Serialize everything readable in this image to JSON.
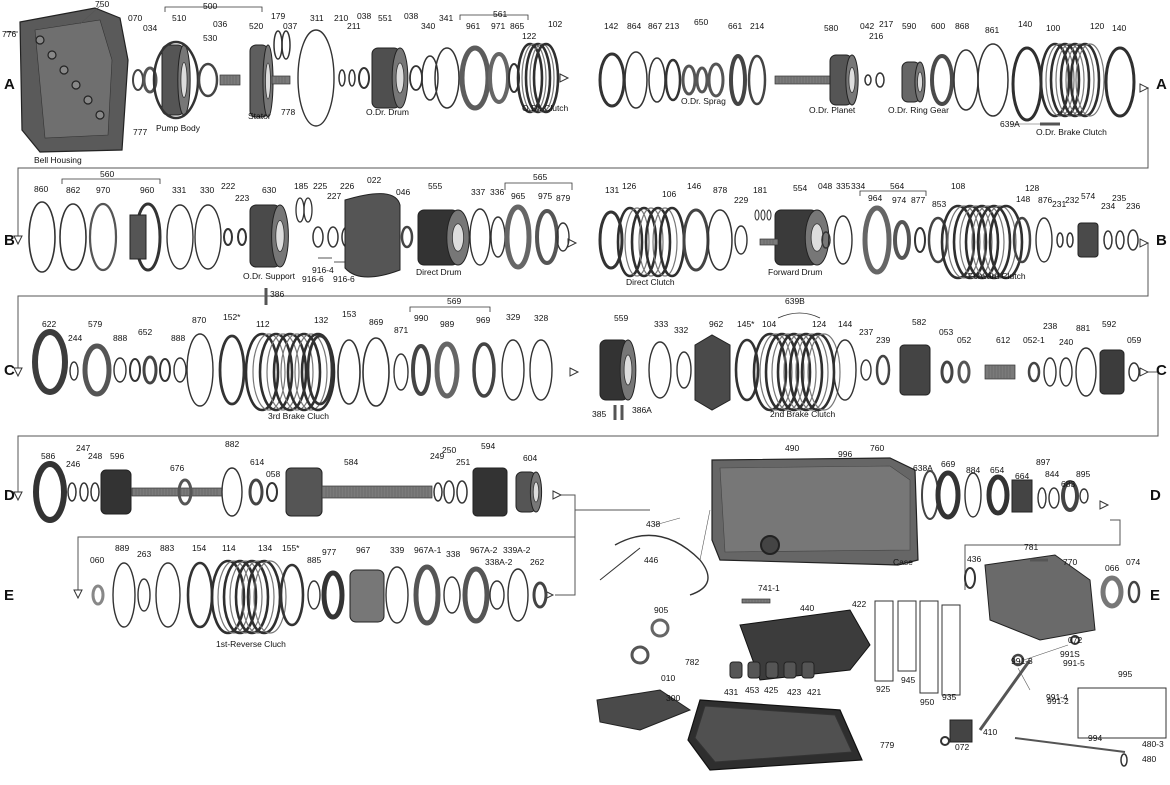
{
  "diagram": {
    "row_letters": [
      "A",
      "B",
      "C",
      "D",
      "E"
    ],
    "rows": {
      "A": {
        "parts": [
          "776",
          "750",
          "070",
          "034",
          "510",
          "530",
          "036",
          "520",
          "179",
          "037",
          "778",
          "311",
          "210",
          "211",
          "038",
          "551",
          "038",
          "340",
          "341",
          "961",
          "971",
          "865",
          "122",
          "102",
          "142",
          "864",
          "867",
          "213",
          "661",
          "214",
          "580",
          "042",
          "216",
          "217",
          "590",
          "600",
          "868",
          "861",
          "140",
          "100",
          "120",
          "140",
          "777",
          "639A"
        ],
        "group_500": "500",
        "group_561": "561",
        "group_650": "650",
        "captions": [
          "Bell Housing",
          "Pump Body",
          "Stator",
          "O.Dr. Drum",
          "O.Dr. Clutch",
          "O.Dr. Sprag",
          "O.Dr. Planet",
          "O.Dr. Ring Gear",
          "O.Dr. Brake Clutch"
        ]
      },
      "B": {
        "parts": [
          "860",
          "862",
          "970",
          "960",
          "331",
          "330",
          "222",
          "223",
          "630",
          "185",
          "225",
          "227",
          "226",
          "022",
          "046",
          "555",
          "337",
          "336",
          "965",
          "975",
          "879",
          "131",
          "126",
          "106",
          "146",
          "878",
          "229",
          "181",
          "554",
          "048",
          "335",
          "334",
          "964",
          "974",
          "877",
          "853",
          "108",
          "128",
          "148",
          "876",
          "231",
          "232",
          "574",
          "234",
          "235",
          "236",
          "916-4",
          "916-6",
          "916-6",
          "386"
        ],
        "group_560": "560",
        "group_565": "565",
        "group_564": "564",
        "captions": [
          "O.Dr. Support",
          "Direct Drum",
          "Direct Clutch",
          "Forward Drum",
          "Forward Clutch"
        ]
      },
      "C": {
        "parts": [
          "622",
          "244",
          "579",
          "888",
          "652",
          "888",
          "870",
          "152*",
          "112",
          "132",
          "153",
          "869",
          "871",
          "990",
          "989",
          "969",
          "329",
          "328",
          "559",
          "333",
          "332",
          "962",
          "145*",
          "104",
          "124",
          "144",
          "237",
          "239",
          "582",
          "053",
          "052",
          "612",
          "052-1",
          "238",
          "240",
          "881",
          "592",
          "059",
          "385",
          "386A"
        ],
        "group_569": "569",
        "group_639B": "639B",
        "captions": [
          "3rd Brake Cluch",
          "2nd Brake Clutch"
        ]
      },
      "D": {
        "parts": [
          "586",
          "246",
          "247",
          "248",
          "596",
          "676",
          "882",
          "614",
          "058",
          "584",
          "249",
          "250",
          "251",
          "594",
          "604",
          "490",
          "996",
          "760",
          "638A",
          "669",
          "884",
          "654",
          "664",
          "897",
          "844",
          "683",
          "895"
        ],
        "captions": [
          "Case"
        ]
      },
      "E": {
        "parts": [
          "060",
          "889",
          "263",
          "883",
          "154",
          "114",
          "134",
          "155*",
          "885",
          "977",
          "967",
          "339",
          "967A-1",
          "338",
          "967A-2",
          "338A-2",
          "339A-2",
          "262",
          "438",
          "446",
          "905",
          "741-1",
          "440",
          "422",
          "782",
          "431",
          "453",
          "425",
          "423",
          "421",
          "925",
          "945",
          "950",
          "935",
          "010",
          "300",
          "779",
          "436",
          "781",
          "770",
          "066",
          "074",
          "072",
          "991-3",
          "991S",
          "991-5",
          "991-4",
          "991-2",
          "995",
          "410",
          "072",
          "994",
          "480-3",
          "480"
        ],
        "captions": [
          "1st-Reverse Cluch"
        ]
      }
    }
  }
}
